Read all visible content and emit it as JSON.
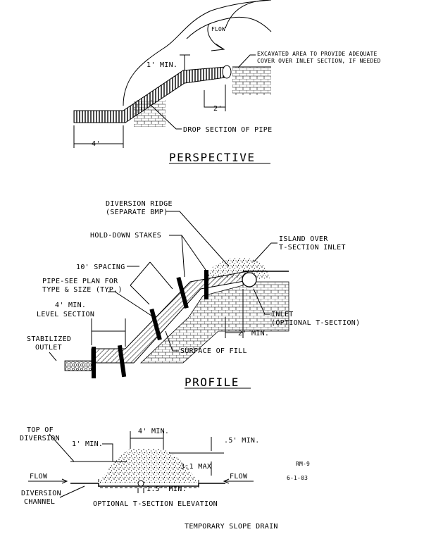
{
  "perspective": {
    "flow_label": "FLOW",
    "excavated_note_line1": "EXCAVATED AREA TO PROVIDE ADEQUATE",
    "excavated_note_line2": "COVER OVER INLET SECTION, IF NEEDED",
    "min_cover": "1' MIN.",
    "dim_2ft": "2'",
    "drop_section": "DROP SECTION OF PIPE",
    "dim_4ft": "4'",
    "title": "PERSPECTIVE"
  },
  "profile": {
    "diversion_ridge_line1": "DIVERSION RIDGE",
    "diversion_ridge_line2": "(SEPARATE BMP)",
    "hold_down_stakes": "HOLD-DOWN STAKES",
    "island_line1": "ISLAND OVER",
    "island_line2": "T-SECTION INLET",
    "spacing": "10' SPACING",
    "pipe_note_line1": "PIPE-SEE PLAN FOR",
    "pipe_note_line2": "TYPE & SIZE (TYP.)",
    "level_line1": "4' MIN.",
    "level_line2": "LEVEL SECTION",
    "inlet_line1": "INLET",
    "inlet_line2": "(OPTIONAL T-SECTION)",
    "min_2ft": "2' MIN.",
    "stabilized_line1": "STABILIZED",
    "stabilized_line2": "OUTLET",
    "surface_of_fill": "SURFACE OF FILL",
    "title": "PROFILE"
  },
  "elevation": {
    "top_of_div_line1": "TOP OF",
    "top_of_div_line2": "DIVERSION",
    "min_1ft": "1' MIN.",
    "min_4ft": "4' MIN.",
    "min_half_ft": ".5' MIN.",
    "slope": "3:1 MAX",
    "flow_left": "FLOW",
    "flow_right": "FLOW",
    "min_1_5ft": "1.5' MIN.",
    "div_channel_line1": "DIVERSION",
    "div_channel_line2": "CHANNEL",
    "caption": "OPTIONAL T-SECTION ELEVATION"
  },
  "sheet": {
    "code": "RM-9",
    "date": "6-1-03",
    "title": "TEMPORARY SLOPE DRAIN"
  }
}
